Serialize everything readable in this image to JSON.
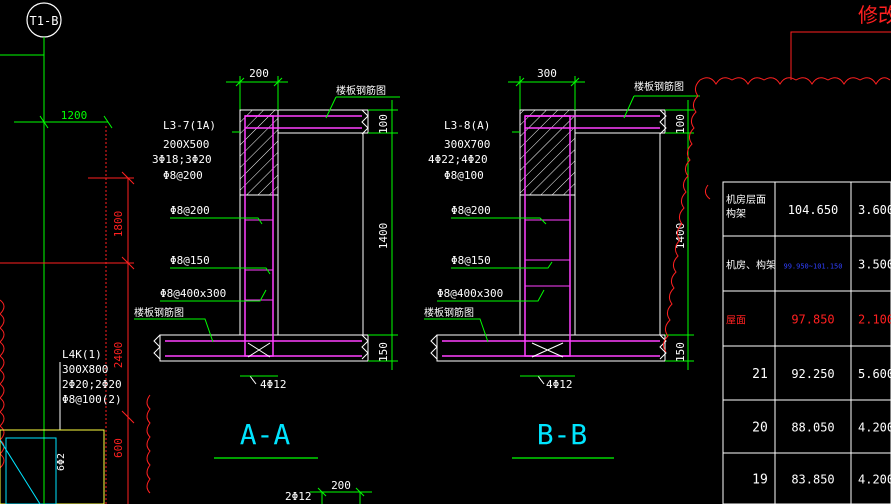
{
  "colors": {
    "background": "#000000",
    "white": "#ffffff",
    "green": "#00ff00",
    "cyan": "#00e5ff",
    "red": "#ff2020",
    "magenta": "#ff40ff",
    "yellow": "#ffff40",
    "blue": "#3040ff"
  },
  "left_margin": {
    "axis_label": "T1-B",
    "dim_1200": "1200",
    "dim_1800": "1800",
    "dim_2400": "2400",
    "dim_600": "600",
    "beam_label": "L4K(1)",
    "beam_size": "300X800",
    "beam_bars": "2Φ20;2Φ20",
    "beam_stirrup": "Φ8@100(2)",
    "bar_note": "6Φ2"
  },
  "section_a": {
    "title": "A-A",
    "width_dim": "200",
    "top_dim": "100",
    "height_dim": "1400",
    "bottom_dim": "150",
    "beam_label": "L3-7(1A)",
    "beam_size": "200X500",
    "beam_bars": "3Φ18;3Φ20",
    "beam_stirrup": "Φ8@200",
    "stirrup_upper": "Φ8@200",
    "stirrup_lower": "Φ8@150",
    "wall_bars": "Φ8@400x300",
    "slab_ref_top": "楼板钢筋图",
    "slab_ref_bottom": "楼板钢筋图",
    "bottom_bars": "4Φ12"
  },
  "section_b": {
    "title": "B-B",
    "width_dim": "300",
    "top_dim": "100",
    "height_dim": "1400",
    "bottom_dim": "150",
    "beam_label": "L3-8(A)",
    "beam_size": "300X700",
    "beam_bars": "4Φ22;4Φ20",
    "beam_stirrup": "Φ8@100",
    "stirrup_upper": "Φ8@200",
    "stirrup_lower": "Φ8@150",
    "wall_bars": "Φ8@400x300",
    "slab_ref_top": "楼板钢筋图",
    "slab_ref_bottom": "楼板钢筋图",
    "bottom_bars": "4Φ12"
  },
  "bottom_fragment": {
    "dim": "200",
    "bars": "2Φ12"
  },
  "revision_label": "修改",
  "level_table": {
    "rows": [
      {
        "name": "机房层面\n构架",
        "elevation": "104.650",
        "height": "3.600",
        "elev_color": "white",
        "height_color": "white"
      },
      {
        "name": "机房、构架",
        "elevation": "99.950~101.150",
        "height": "3.500",
        "elev_color": "blue",
        "height_color": "white"
      },
      {
        "name": "屋面",
        "elevation": "97.850",
        "height": "2.100",
        "elev_color": "red",
        "height_color": "red"
      },
      {
        "name": "21",
        "elevation": "92.250",
        "height": "5.600",
        "elev_color": "white",
        "height_color": "white"
      },
      {
        "name": "20",
        "elevation": "88.050",
        "height": "4.200",
        "elev_color": "white",
        "height_color": "white"
      },
      {
        "name": "19",
        "elevation": "83.850",
        "height": "4.200",
        "elev_color": "white",
        "height_color": "white"
      }
    ]
  }
}
